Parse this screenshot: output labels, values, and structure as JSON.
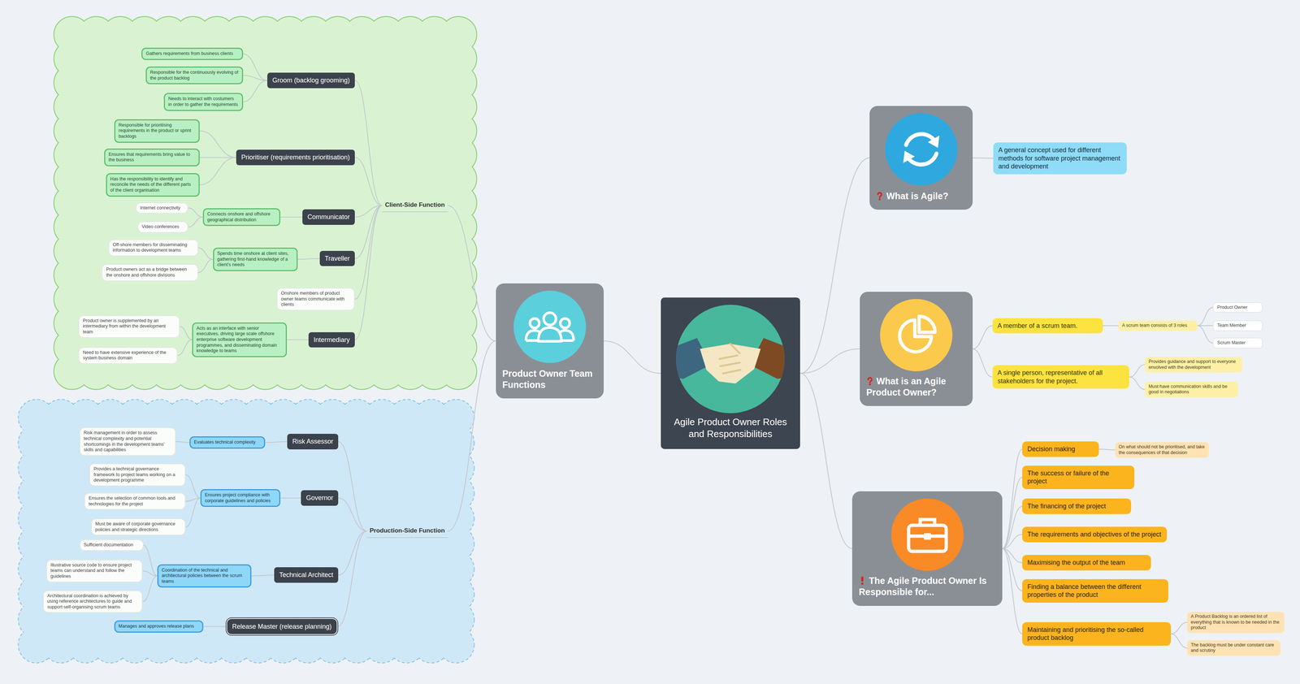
{
  "diagram": {
    "nodes": [
      {
        "text": [
          "Agile Product Owner Roles and Responsibilities"
        ]
      },
      {
        "text": [
          "What is Agile?"
        ]
      },
      {
        "text": [
          "A general concept used for different methods for software project management and development"
        ]
      },
      {
        "text": [
          "What is an Agile Product Owner?"
        ]
      },
      {
        "text": [
          "A member of a scrum team."
        ]
      },
      {
        "text": [
          "A scrum team consists of 3 roles"
        ]
      },
      {
        "text": [
          "Product Owner"
        ]
      },
      {
        "text": [
          "Team Member"
        ]
      },
      {
        "text": [
          "Scrum Master"
        ]
      },
      {
        "text": [
          "A single person, representative of all stakeholders for the project."
        ]
      },
      {
        "text": [
          "Provides guidance and support to everyone envolved with the development"
        ]
      },
      {
        "text": [
          "Must have communication skills and be good in negotiations"
        ]
      },
      {
        "text": [
          "The Agile Product Owner Is Responsible for..."
        ]
      },
      {
        "text": [
          "Decision making"
        ]
      },
      {
        "text": [
          "On what should not be prioritised, and take the consequences of that decision"
        ]
      },
      {
        "text": [
          "The success or failure of the project"
        ]
      },
      {
        "text": [
          "The financing of the project"
        ]
      },
      {
        "text": [
          "The requirements and objectives of the project"
        ]
      },
      {
        "text": [
          "Maximising the output of the team"
        ]
      },
      {
        "text": [
          "Finding a balance between the different properties of the product"
        ]
      },
      {
        "text": [
          "Maintaining and prioritising the so-called product backlog"
        ]
      },
      {
        "text": [
          "A Product Backlog is an ordered list of everything that is known to be needed in the product"
        ]
      },
      {
        "text": [
          "The backlog must be under constant care and scrutiny"
        ]
      },
      {
        "text": [
          "Product Owner Team Functions"
        ]
      },
      {
        "text": [
          "Client-Side Function"
        ]
      },
      {
        "text": [
          "Groom (backlog grooming)"
        ]
      },
      {
        "text": [
          "Gathers requirements from business clients"
        ]
      },
      {
        "text": [
          "Responsible for the continuously evolving of the product backlog"
        ]
      },
      {
        "text": [
          "Needs to interact with costumers in order to gather the requirements"
        ]
      },
      {
        "text": [
          "Prioritiser (requirements prioritisation)"
        ]
      },
      {
        "text": [
          "Responsible for prioritising requirements in the product or sprint backlogs"
        ]
      },
      {
        "text": [
          "Ensures that requirements bring value to the business"
        ]
      },
      {
        "text": [
          "Has the responsibility to identify and reconcile the needs of the different parts of the client organisation"
        ]
      },
      {
        "text": [
          "Communicator"
        ]
      },
      {
        "text": [
          "Connects onshore and offshore geographical distribution"
        ]
      },
      {
        "text": [
          "Internet connectivity"
        ]
      },
      {
        "text": [
          "Video conferences"
        ]
      },
      {
        "text": [
          "Traveller"
        ]
      },
      {
        "text": [
          "Spends time onshore at client sites, gathering first-hand knowledge of a client's needs"
        ]
      },
      {
        "text": [
          "Off-shore members for disseminating information to development teams"
        ]
      },
      {
        "text": [
          "Product owners act as a bridge between the onshore and offshore divisions"
        ]
      },
      {
        "text": [
          "Onshore members of product owner teams communicate with clients"
        ]
      },
      {
        "text": [
          "Intermediary"
        ]
      },
      {
        "text": [
          "Acts as an interface with senior executives, driving large scale offshore enterprise software development programmes, and disseminating domain knowledge to teams"
        ]
      },
      {
        "text": [
          "Product owner is supplemented by an intermediary from within the development team"
        ]
      },
      {
        "text": [
          "Need to have extensive experience of the system business domain"
        ]
      },
      {
        "text": [
          "Production-Side Function"
        ]
      },
      {
        "text": [
          "Risk Assessor"
        ]
      },
      {
        "text": [
          "Evaluates technical complexity"
        ]
      },
      {
        "text": [
          "Risk management in order to assess technical complexity and potential shortcomings in the development teams' skills and capabilities"
        ]
      },
      {
        "text": [
          "Governor"
        ]
      },
      {
        "text": [
          "Ensures project compliance with corporate guidelines and policies"
        ]
      },
      {
        "text": [
          "Provides a technical governance framework to project teams working on a development programme"
        ]
      },
      {
        "text": [
          "Ensures the selection of common tools and technologies for the project"
        ]
      },
      {
        "text": [
          "Must be aware of corporate governance policies and strategic directions"
        ]
      },
      {
        "text": [
          "Technical Architect"
        ]
      },
      {
        "text": [
          "Coordination of the technical and architectural policies between the scrum teams"
        ]
      },
      {
        "text": [
          "Sufficient documentation"
        ]
      },
      {
        "text": [
          "Illustrative source code to ensure project teams can understand and follow the guidelines"
        ]
      },
      {
        "text": [
          "Architectural coordination is achieved by using reference architectures to guide and support self-organising scrum teams"
        ]
      },
      {
        "text": [
          "Release Master (release planning)"
        ]
      },
      {
        "text": [
          "Manages and approves release plans"
        ]
      }
    ],
    "edges": [
      {
        "from": 0,
        "to": 1,
        "arrow": "none"
      },
      {
        "from": 1,
        "to": 2,
        "arrow": "none"
      },
      {
        "from": 0,
        "to": 3,
        "arrow": "none"
      },
      {
        "from": 3,
        "to": 4,
        "arrow": "none"
      },
      {
        "from": 4,
        "to": 5,
        "arrow": "none"
      },
      {
        "from": 5,
        "to": 6,
        "arrow": "none"
      },
      {
        "from": 5,
        "to": 7,
        "arrow": "none"
      },
      {
        "from": 5,
        "to": 8,
        "arrow": "none"
      },
      {
        "from": 3,
        "to": 9,
        "arrow": "none"
      },
      {
        "from": 9,
        "to": 10,
        "arrow": "none"
      },
      {
        "from": 9,
        "to": 11,
        "arrow": "none"
      },
      {
        "from": 0,
        "to": 12,
        "arrow": "none"
      },
      {
        "from": 12,
        "to": 13,
        "arrow": "none"
      },
      {
        "from": 13,
        "to": 14,
        "arrow": "none"
      },
      {
        "from": 12,
        "to": 15,
        "arrow": "none"
      },
      {
        "from": 12,
        "to": 16,
        "arrow": "none"
      },
      {
        "from": 12,
        "to": 17,
        "arrow": "none"
      },
      {
        "from": 12,
        "to": 18,
        "arrow": "none"
      },
      {
        "from": 12,
        "to": 19,
        "arrow": "none"
      },
      {
        "from": 12,
        "to": 20,
        "arrow": "none"
      },
      {
        "from": 20,
        "to": 21,
        "arrow": "none"
      },
      {
        "from": 20,
        "to": 22,
        "arrow": "none"
      },
      {
        "from": 0,
        "to": 23,
        "arrow": "none"
      },
      {
        "from": 23,
        "to": 24,
        "arrow": "none"
      },
      {
        "from": 24,
        "to": 25,
        "arrow": "none"
      },
      {
        "from": 25,
        "to": 26,
        "arrow": "none"
      },
      {
        "from": 25,
        "to": 27,
        "arrow": "none"
      },
      {
        "from": 25,
        "to": 28,
        "arrow": "none"
      },
      {
        "from": 24,
        "to": 29,
        "arrow": "none"
      },
      {
        "from": 29,
        "to": 30,
        "arrow": "none"
      },
      {
        "from": 29,
        "to": 31,
        "arrow": "none"
      },
      {
        "from": 29,
        "to": 32,
        "arrow": "none"
      },
      {
        "from": 24,
        "to": 33,
        "arrow": "none"
      },
      {
        "from": 33,
        "to": 34,
        "arrow": "none"
      },
      {
        "from": 34,
        "to": 35,
        "arrow": "none"
      },
      {
        "from": 34,
        "to": 36,
        "arrow": "none"
      },
      {
        "from": 24,
        "to": 37,
        "arrow": "none"
      },
      {
        "from": 37,
        "to": 38,
        "arrow": "none"
      },
      {
        "from": 38,
        "to": 39,
        "arrow": "none"
      },
      {
        "from": 38,
        "to": 40,
        "arrow": "none"
      },
      {
        "from": 24,
        "to": 41,
        "arrow": "none"
      },
      {
        "from": 24,
        "to": 42,
        "arrow": "none"
      },
      {
        "from": 42,
        "to": 43,
        "arrow": "none"
      },
      {
        "from": 43,
        "to": 44,
        "arrow": "none"
      },
      {
        "from": 43,
        "to": 45,
        "arrow": "none"
      },
      {
        "from": 23,
        "to": 46,
        "arrow": "none"
      },
      {
        "from": 46,
        "to": 47,
        "arrow": "none"
      },
      {
        "from": 47,
        "to": 48,
        "arrow": "none"
      },
      {
        "from": 48,
        "to": 49,
        "arrow": "none"
      },
      {
        "from": 46,
        "to": 50,
        "arrow": "none"
      },
      {
        "from": 50,
        "to": 51,
        "arrow": "none"
      },
      {
        "from": 51,
        "to": 52,
        "arrow": "none"
      },
      {
        "from": 51,
        "to": 53,
        "arrow": "none"
      },
      {
        "from": 51,
        "to": 54,
        "arrow": "none"
      },
      {
        "from": 46,
        "to": 55,
        "arrow": "none"
      },
      {
        "from": 55,
        "to": 56,
        "arrow": "none"
      },
      {
        "from": 56,
        "to": 57,
        "arrow": "none"
      },
      {
        "from": 56,
        "to": 58,
        "arrow": "none"
      },
      {
        "from": 56,
        "to": 59,
        "arrow": "none"
      },
      {
        "from": 46,
        "to": 60,
        "arrow": "none"
      },
      {
        "from": 60,
        "to": 61,
        "arrow": "none"
      }
    ]
  }
}
